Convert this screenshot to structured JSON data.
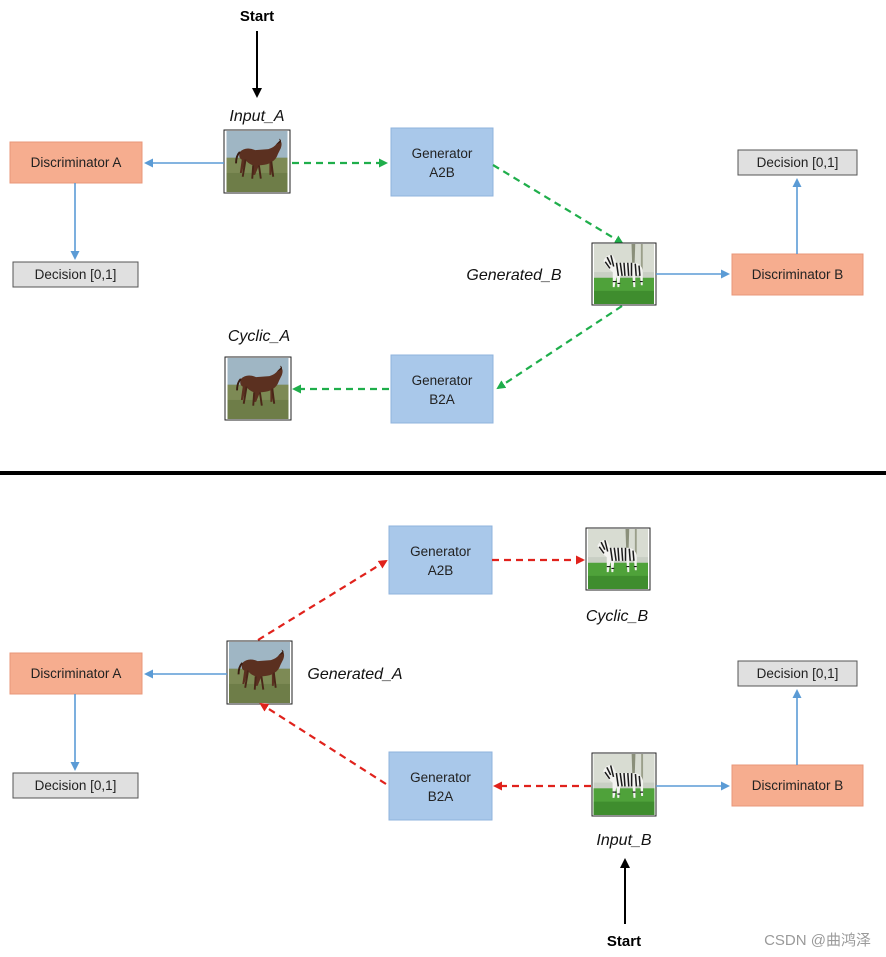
{
  "colors": {
    "discriminator_fill": "#f6ad8f",
    "discriminator_stroke": "#e8977a",
    "generator_fill": "#a9c8ea",
    "generator_stroke": "#8fb3dc",
    "decision_fill": "#e0e0e0",
    "decision_stroke": "#555555",
    "blue_arrow": "#5b9bd5",
    "green_arrow": "#1fae4b",
    "red_arrow": "#e0221c",
    "divider": "#000000"
  },
  "top": {
    "start_label": "Start",
    "input_a": "Input_A",
    "generated_b": "Generated_B",
    "cyclic_a": "Cyclic_A",
    "discriminator_a": "Discriminator A",
    "discriminator_b": "Discriminator B",
    "decision_a": "Decision [0,1]",
    "decision_b": "Decision [0,1]",
    "gen_a2b": [
      "Generator",
      "A2B"
    ],
    "gen_b2a": [
      "Generator",
      "B2A"
    ]
  },
  "bottom": {
    "start_label": "Start",
    "input_b": "Input_B",
    "generated_a": "Generated_A",
    "cyclic_b": "Cyclic_B",
    "discriminator_a": "Discriminator A",
    "discriminator_b": "Discriminator B",
    "decision_a": "Decision [0,1]",
    "decision_b": "Decision [0,1]",
    "gen_a2b": [
      "Generator",
      "A2B"
    ],
    "gen_b2a": [
      "Generator",
      "B2A"
    ]
  },
  "watermark": "CSDN @曲鸿泽",
  "icons": {
    "horse": "horse-photo-icon",
    "zebra": "zebra-photo-icon"
  }
}
